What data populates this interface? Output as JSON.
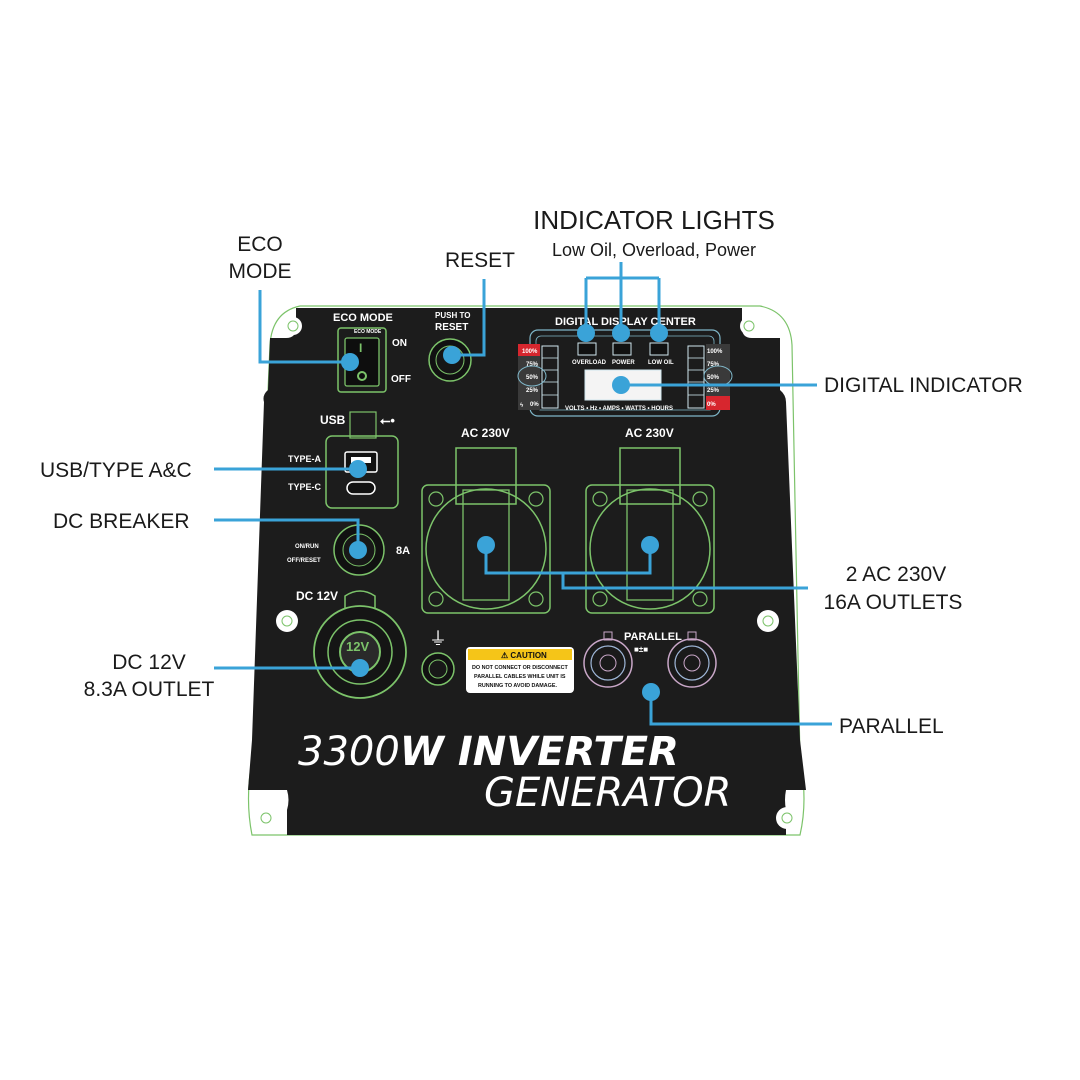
{
  "callouts": {
    "eco_mode_line1": "ECO",
    "eco_mode_line2": "MODE",
    "reset": "RESET",
    "indicator_lights_title": "INDICATOR LIGHTS",
    "indicator_lights_sub": "Low Oil, Overload, Power",
    "digital_indicator": "DIGITAL INDICATOR",
    "usb_type": "USB/TYPE A&C",
    "dc_breaker": "DC BREAKER",
    "ac_outlets_line1": "2 AC 230V",
    "ac_outlets_line2": "16A OUTLETS",
    "dc12_line1": "DC 12V",
    "dc12_line2": "8.3A OUTLET",
    "parallel": "PARALLEL"
  },
  "panel": {
    "eco_mode": "ECO MODE",
    "eco_tag": "ECO MODE",
    "switch_on": "ON",
    "switch_off": "OFF",
    "switch_i": "I",
    "switch_o": "O",
    "push_to": "PUSH TO",
    "reset": "RESET",
    "display_center": "DIGITAL DISPLAY CENTER",
    "overload": "OVERLOAD",
    "power": "POWER",
    "low_oil": "LOW OIL",
    "levels": [
      "100%",
      "75%",
      "50%",
      "25%",
      "0%"
    ],
    "display_units": "VOLTS • Hz • AMPS • WATTS • HOURS",
    "usb": "USB",
    "usb_symbol": "⭠",
    "type_a": "TYPE-A",
    "type_c": "TYPE-C",
    "ac_left": "AC 230V",
    "ac_right": "AC 230V",
    "on_run": "ON/RUN",
    "off_reset": "OFF/RESET",
    "breaker_amps": "8A",
    "dc12": "DC 12V",
    "dc12_socket": "12V",
    "ground_symbol": "⏚",
    "caution_title": "⚠ CAUTION",
    "caution_l1": "DO NOT CONNECT OR DISCONNECT",
    "caution_l2": "PARALLEL CABLES WHILE UNIT IS",
    "caution_l3": "RUNNING TO AVOID DAMAGE.",
    "parallel": "PARALLEL",
    "brand_light": "3300",
    "brand_bold": "W INVERTER",
    "brand_line2": "GENERATOR"
  },
  "colors": {
    "leader": "#3aa3d8",
    "panel": "#1c1c1c",
    "outline_green": "#7cc36a",
    "caution_yellow": "#f5c518",
    "level_red": "#d7262e"
  }
}
